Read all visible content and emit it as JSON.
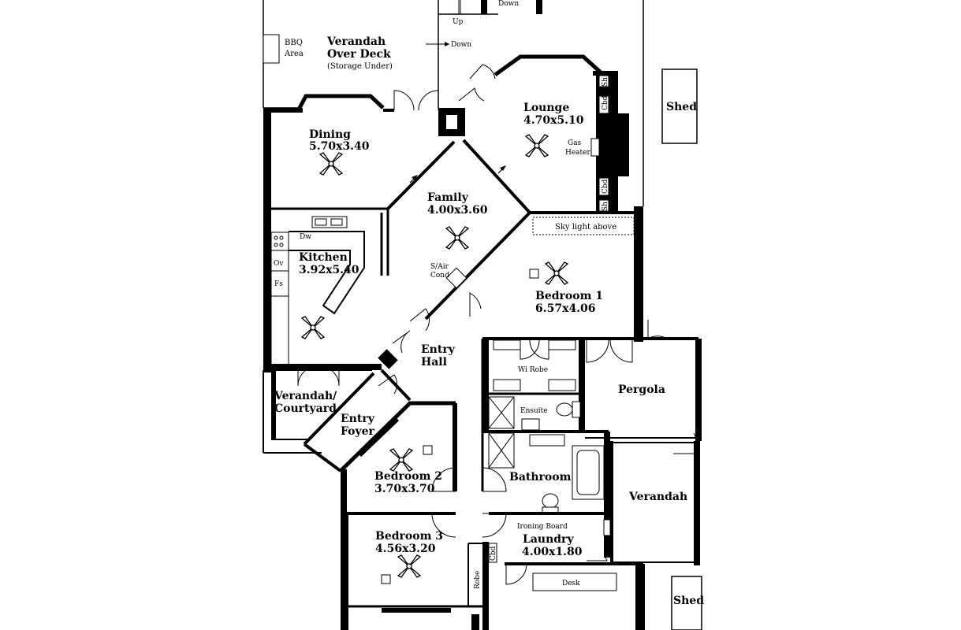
{
  "rooms": {
    "verandah_over_deck": {
      "name": "Verandah Over Deck",
      "line1": "Verandah",
      "line2": "Over Deck",
      "note": "(Storage Under)"
    },
    "bbq": {
      "line1": "BBQ",
      "line2": "Area"
    },
    "dining": {
      "name": "Dining",
      "size": "5.70x3.40"
    },
    "lounge": {
      "name": "Lounge",
      "size": "4.70x5.10"
    },
    "family": {
      "name": "Family",
      "size": "4.00x3.60"
    },
    "kitchen": {
      "name": "Kitchen",
      "size": "3.92x5.40"
    },
    "bedroom1": {
      "name": "Bedroom 1",
      "size": "6.57x4.06"
    },
    "entry_hall": {
      "line1": "Entry",
      "line2": "Hall"
    },
    "verandah_courtyard": {
      "line1": "Verandah/",
      "line2": "Courtyard"
    },
    "entry_foyer": {
      "line1": "Entry",
      "line2": "Foyer"
    },
    "bedroom2": {
      "name": "Bedroom 2",
      "size": "3.70x3.70"
    },
    "bedroom3": {
      "name": "Bedroom 3",
      "size": "4.56x3.20"
    },
    "bathroom": {
      "name": "Bathroom"
    },
    "laundry": {
      "name": "Laundry",
      "size": "4.00x1.80"
    },
    "pergola": {
      "name": "Pergola"
    },
    "verandah": {
      "name": "Verandah"
    },
    "shed_top": {
      "name": "Shed"
    },
    "shed_bottom": {
      "name": "Shed"
    }
  },
  "labels": {
    "up": "Up",
    "down_top": "Down",
    "down_mid": "Down",
    "gas_heater_1": "Gas",
    "gas_heater_2": "Heater",
    "skylight": "Sky light above",
    "sair_1": "S/Air",
    "sair_2": "Cond",
    "dw": "Dw",
    "ov": "Ov",
    "fs": "Fs",
    "wi_robe": "Wi Robe",
    "ensuite": "Ensuite",
    "ironing_board": "Ironing Board",
    "desk": "Desk",
    "robe": "Robe",
    "cbd": "Cbd",
    "sh_a": "Sh",
    "sh_b": "Sh",
    "cbd_a": "Cbd",
    "cbd_b": "Cbd"
  }
}
